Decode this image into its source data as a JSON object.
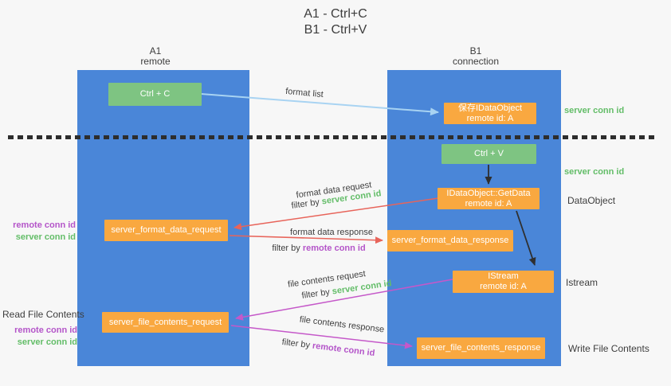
{
  "title": {
    "line1": "A1 - Ctrl+C",
    "line2": "B1 - Ctrl+V"
  },
  "lanes": {
    "a1": {
      "title": "A1",
      "subtitle": "remote"
    },
    "b1": {
      "title": "B1",
      "subtitle": "connection"
    }
  },
  "nodes": {
    "ctrl_c": {
      "label": "Ctrl + C"
    },
    "save_idataobject": {
      "line1": "保存IDataObject",
      "line2": "remote id: A"
    },
    "ctrl_v": {
      "label": "Ctrl + V"
    },
    "getdata": {
      "line1": "IDataObject::GetData",
      "line2": "remote id: A"
    },
    "server_format_data_request": {
      "label": "server_format_data_request"
    },
    "server_format_data_response": {
      "label": "server_format_data_response"
    },
    "istream": {
      "line1": "IStream",
      "line2": "remote id: A"
    },
    "server_file_contents_request": {
      "label": "server_file_contents_request"
    },
    "server_file_contents_response": {
      "label": "server_file_contents_response"
    }
  },
  "edge_labels": {
    "format_list": "format list",
    "format_data_request": "format data request",
    "format_data_response": "format data response",
    "file_contents_request": "file contents request",
    "file_contents_response": "file contents response",
    "filter_by": "filter by",
    "server_conn_id": "server conn id",
    "remote_conn_id": "remote conn id"
  },
  "side_labels": {
    "server_conn_id_top": "server conn id",
    "server_conn_id_mid": "server conn id",
    "data_object": "DataObject",
    "istream": "Istream",
    "write_file_contents": "Write File Contents",
    "read_file_contents": "Read File Contents",
    "remote_conn_id": "remote conn id",
    "server_conn_id": "server conn id"
  },
  "colors": {
    "lane_blue": "#4a86d8",
    "node_green": "#7ec482",
    "node_orange": "#f9a840",
    "accent_green": "#63bd68",
    "accent_purple": "#b455c9",
    "arrow_red": "#e8645a",
    "arrow_magenta": "#c558c9",
    "arrow_lightblue": "#a8d3f2"
  }
}
